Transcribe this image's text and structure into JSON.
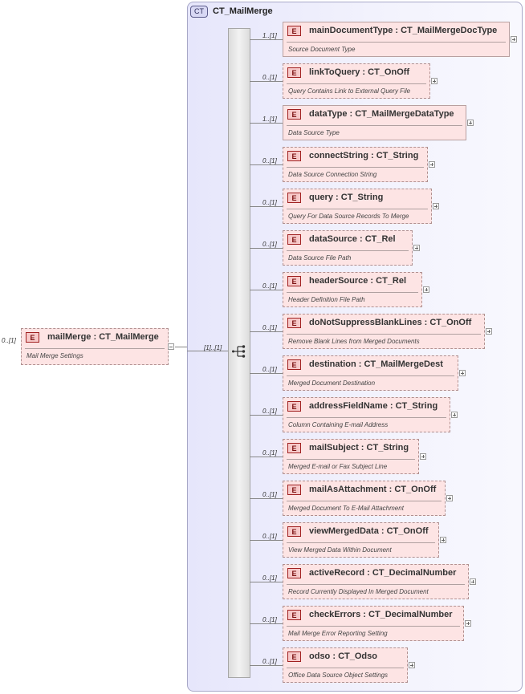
{
  "complex_type": {
    "badge": "CT",
    "name": "CT_MailMerge"
  },
  "root": {
    "cardinality": "0..[1]",
    "name": "mailMerge",
    "type": "CT_MailMerge",
    "doc": "Mail Merge Settings",
    "element_badge": "E"
  },
  "sequence": {
    "cardinality": "[1]..[1]"
  },
  "children": [
    {
      "card": "1..[1]",
      "name": "mainDocumentType",
      "type": "CT_MailMergeDocType",
      "doc": "Source Document Type",
      "optional": false
    },
    {
      "card": "0..[1]",
      "name": "linkToQuery",
      "type": "CT_OnOff",
      "doc": "Query Contains Link to External Query File",
      "optional": true
    },
    {
      "card": "1..[1]",
      "name": "dataType",
      "type": "CT_MailMergeDataType",
      "doc": "Data Source Type",
      "optional": false
    },
    {
      "card": "0..[1]",
      "name": "connectString",
      "type": "CT_String",
      "doc": "Data Source Connection String",
      "optional": true
    },
    {
      "card": "0..[1]",
      "name": "query",
      "type": "CT_String",
      "doc": "Query For Data Source Records To Merge",
      "optional": true
    },
    {
      "card": "0..[1]",
      "name": "dataSource",
      "type": "CT_Rel",
      "doc": "Data Source File Path",
      "optional": true
    },
    {
      "card": "0..[1]",
      "name": "headerSource",
      "type": "CT_Rel",
      "doc": "Header Definition File Path",
      "optional": true
    },
    {
      "card": "0..[1]",
      "name": "doNotSuppressBlankLines",
      "type": "CT_OnOff",
      "doc": "Remove Blank Lines from Merged Documents",
      "optional": true
    },
    {
      "card": "0..[1]",
      "name": "destination",
      "type": "CT_MailMergeDest",
      "doc": "Merged Document Destination",
      "optional": true
    },
    {
      "card": "0..[1]",
      "name": "addressFieldName",
      "type": "CT_String",
      "doc": "Column Containing E-mail Address",
      "optional": true
    },
    {
      "card": "0..[1]",
      "name": "mailSubject",
      "type": "CT_String",
      "doc": "Merged E-mail or Fax Subject Line",
      "optional": true
    },
    {
      "card": "0..[1]",
      "name": "mailAsAttachment",
      "type": "CT_OnOff",
      "doc": "Merged Document To E-Mail Attachment",
      "optional": true
    },
    {
      "card": "0..[1]",
      "name": "viewMergedData",
      "type": "CT_OnOff",
      "doc": "View Merged Data Within Document",
      "optional": true
    },
    {
      "card": "0..[1]",
      "name": "activeRecord",
      "type": "CT_DecimalNumber",
      "doc": "Record Currently Displayed In Merged Document",
      "optional": true
    },
    {
      "card": "0..[1]",
      "name": "checkErrors",
      "type": "CT_DecimalNumber",
      "doc": "Mail Merge Error Reporting Setting",
      "optional": true
    },
    {
      "card": "0..[1]",
      "name": "odso",
      "type": "CT_Odso",
      "doc": "Office Data Source Object Settings",
      "optional": true
    }
  ],
  "icons": {
    "sequence": "sequence-compositor-icon",
    "expand": "expand-plus-icon",
    "collapse": "collapse-minus-icon",
    "element": "element-badge-icon"
  }
}
